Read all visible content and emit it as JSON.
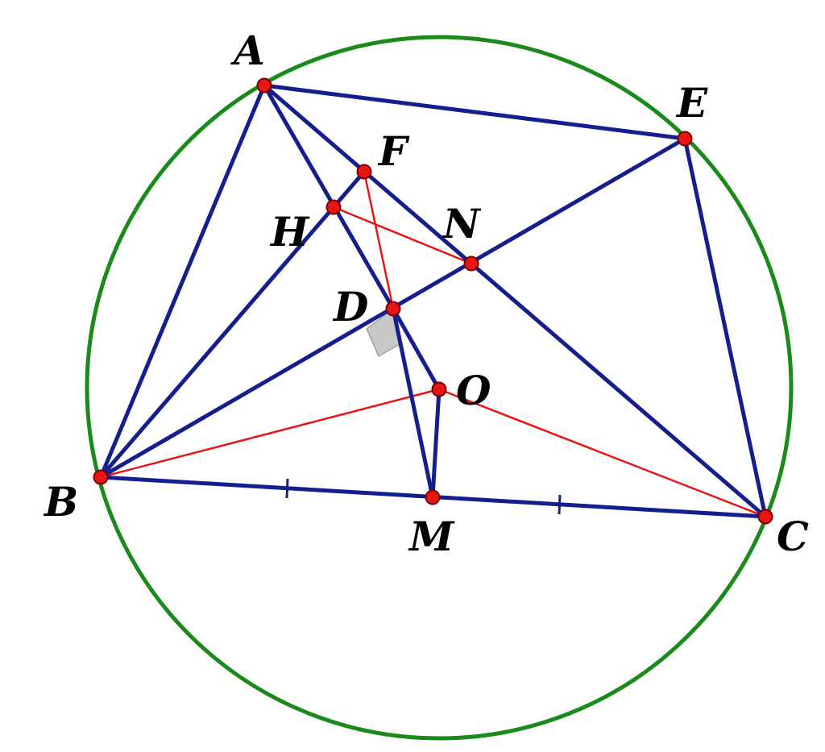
{
  "colors": {
    "circle": "#1a8a1a",
    "segment": "#141e8c",
    "auxiliary": "#e81515",
    "point_fill": "#e81515",
    "point_stroke": "#7a0000",
    "right_angle": "#c8c8c8"
  },
  "labels": {
    "A": "A",
    "B": "B",
    "C": "C",
    "D": "D",
    "E": "E",
    "F": "F",
    "H": "H",
    "M": "M",
    "N": "N",
    "O": "O"
  }
}
